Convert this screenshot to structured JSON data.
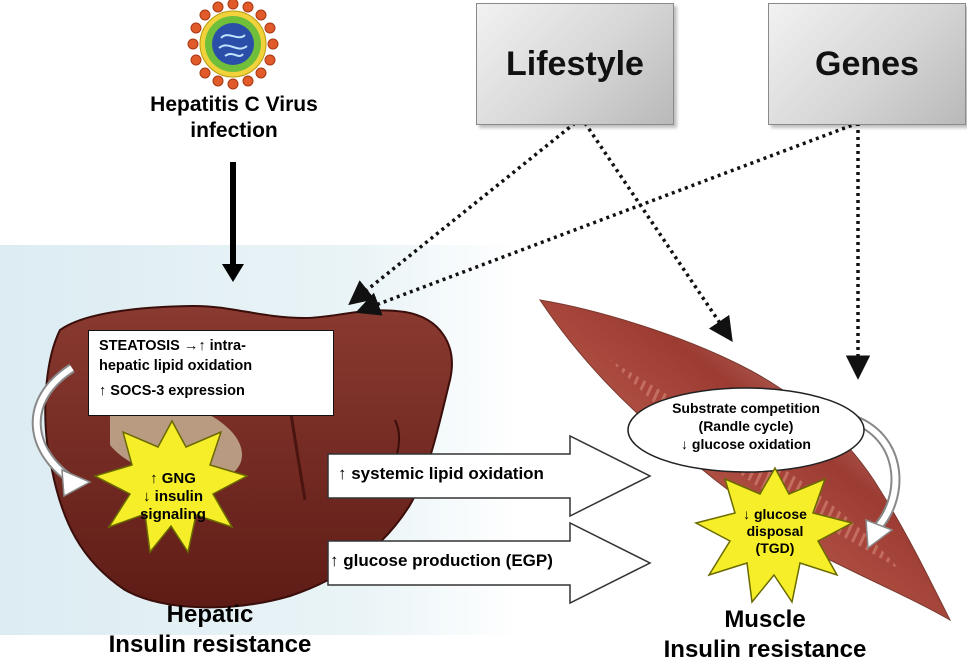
{
  "virus": {
    "label_line1": "Hepatitis C Virus",
    "label_line2": "infection"
  },
  "factors": {
    "lifestyle": "Lifestyle",
    "genes": "Genes"
  },
  "liver_box": {
    "line1": "STEATOSIS →↑ intra-",
    "line2": "hepatic lipid oxidation",
    "line3": "↑ SOCS-3 expression"
  },
  "liver_star": {
    "line1": "↑ GNG",
    "line2": "↓ insulin",
    "line3": "signaling"
  },
  "arrows": {
    "lipid": "↑ systemic lipid oxidation",
    "glucose": "↑ glucose production (EGP)"
  },
  "muscle_ellipse": {
    "line1": "Substrate competition",
    "line2": "(Randle cycle)",
    "line3": "↓ glucose oxidation"
  },
  "muscle_star": {
    "line1": "↓ glucose",
    "line2": "disposal",
    "line3": "(TGD)"
  },
  "captions": {
    "hepatic_line1": "Hepatic",
    "hepatic_line2": "Insulin resistance",
    "muscle_line1": "Muscle",
    "muscle_line2": "Insulin resistance"
  },
  "colors": {
    "liver": "#7a2a22",
    "liver_background": "#e6f2f6",
    "star_fill": "#f7ee2a",
    "virus_core": "#2b4fa8",
    "virus_ring": "#6fbf3a",
    "virus_spikes": "#e05a2a"
  }
}
